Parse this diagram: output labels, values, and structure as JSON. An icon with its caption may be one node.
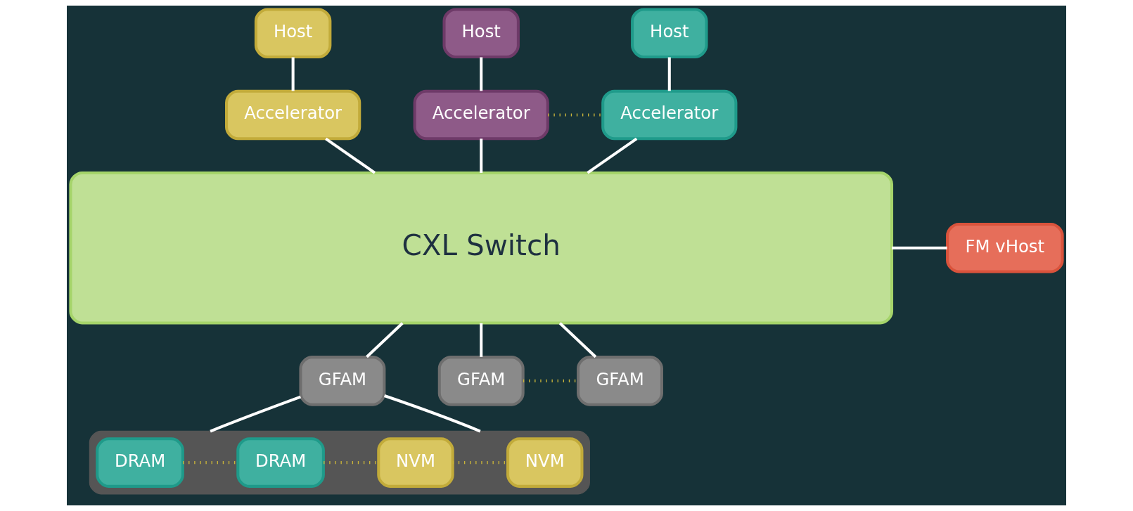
{
  "diagram": {
    "nodes": [
      {
        "text": [
          "Host"
        ]
      },
      {
        "text": [
          "Host"
        ]
      },
      {
        "text": [
          "Host"
        ]
      },
      {
        "text": [
          "Accelerator"
        ]
      },
      {
        "text": [
          "Accelerator"
        ]
      },
      {
        "text": [
          "Accelerator"
        ]
      },
      {
        "text": [
          "CXL Switch"
        ]
      },
      {
        "text": [
          "FM vHost"
        ]
      },
      {
        "text": [
          "GFAM"
        ]
      },
      {
        "text": [
          "GFAM"
        ]
      },
      {
        "text": [
          "GFAM"
        ]
      },
      {
        "text": [],
        "shape": "box"
      },
      {
        "text": [
          "DRAM"
        ],
        "in": 11
      },
      {
        "text": [
          "DRAM"
        ],
        "in": 11
      },
      {
        "text": [
          "NVM"
        ],
        "in": 11
      },
      {
        "text": [
          "NVM"
        ],
        "in": 11
      }
    ],
    "edges": [
      {
        "from": 0,
        "to": 3,
        "arrow": "none"
      },
      {
        "from": 1,
        "to": 4,
        "arrow": "none"
      },
      {
        "from": 2,
        "to": 5,
        "arrow": "none"
      },
      {
        "from": 3,
        "to": 6,
        "arrow": "none"
      },
      {
        "from": 4,
        "to": 6,
        "arrow": "none"
      },
      {
        "from": 5,
        "to": 6,
        "arrow": "none"
      },
      {
        "from": 4,
        "to": 5,
        "arrow": "none",
        "style": "dashed",
        "color": "#c9b43a"
      },
      {
        "from": 6,
        "to": 7,
        "arrow": "none"
      },
      {
        "from": 6,
        "to": 8,
        "arrow": "none"
      },
      {
        "from": 6,
        "to": 9,
        "arrow": "none"
      },
      {
        "from": 6,
        "to": 10,
        "arrow": "none"
      },
      {
        "from": 9,
        "to": 10,
        "arrow": "none",
        "style": "dashed",
        "color": "#c9b43a"
      },
      {
        "from": 8,
        "to": 11,
        "arrow": "none"
      },
      {
        "from": 8,
        "to": 11,
        "arrow": "none"
      },
      {
        "from": 12,
        "to": 13,
        "arrow": "none",
        "style": "dashed",
        "color": "#c9b43a"
      },
      {
        "from": 13,
        "to": 14,
        "arrow": "none",
        "style": "dashed",
        "color": "#c9b43a"
      },
      {
        "from": 14,
        "to": 15,
        "arrow": "none",
        "style": "dashed",
        "color": "#c9b43a"
      }
    ]
  }
}
